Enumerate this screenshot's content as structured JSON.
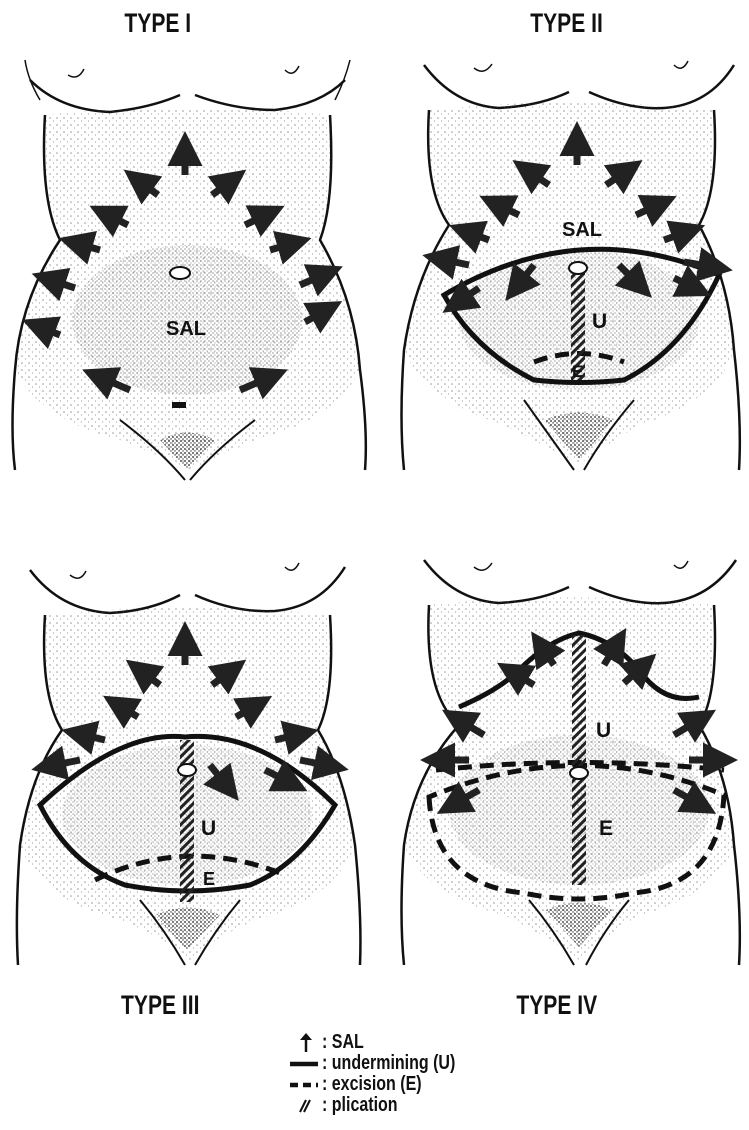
{
  "panels": [
    {
      "id": "type1",
      "title": "TYPE I",
      "labels": {
        "sal": "SAL"
      }
    },
    {
      "id": "type2",
      "title": "TYPE II",
      "labels": {
        "sal": "SAL",
        "u": "U",
        "e": "E"
      }
    },
    {
      "id": "type3",
      "title": "TYPE III",
      "labels": {
        "u": "U",
        "e": "E"
      }
    },
    {
      "id": "type4",
      "title": "TYPE IV",
      "labels": {
        "u": "U",
        "e": "E"
      }
    }
  ],
  "legend": [
    {
      "symbol": "sal-arrow-icon",
      "text": ": SAL"
    },
    {
      "symbol": "solid-line-icon",
      "text": ": undermining (U)"
    },
    {
      "symbol": "dashed-line-icon",
      "text": ": excision (E)"
    },
    {
      "symbol": "hatch-icon",
      "text": ": plication"
    }
  ]
}
